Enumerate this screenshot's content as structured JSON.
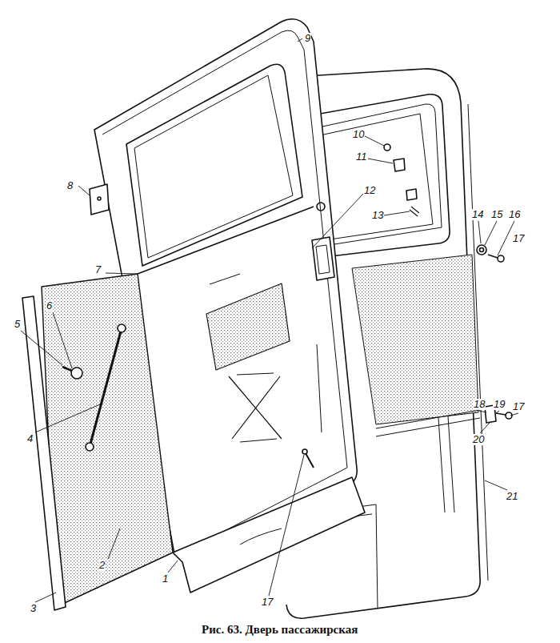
{
  "diagram": {
    "caption": "Рис. 63. Дверь пассажирская",
    "labels": [
      "9",
      "8",
      "10",
      "11",
      "12",
      "13",
      "14",
      "15",
      "16",
      "17",
      "7",
      "6",
      "5",
      "4",
      "18",
      "19",
      "17",
      "20",
      "21",
      "2",
      "1",
      "17",
      "3"
    ]
  }
}
